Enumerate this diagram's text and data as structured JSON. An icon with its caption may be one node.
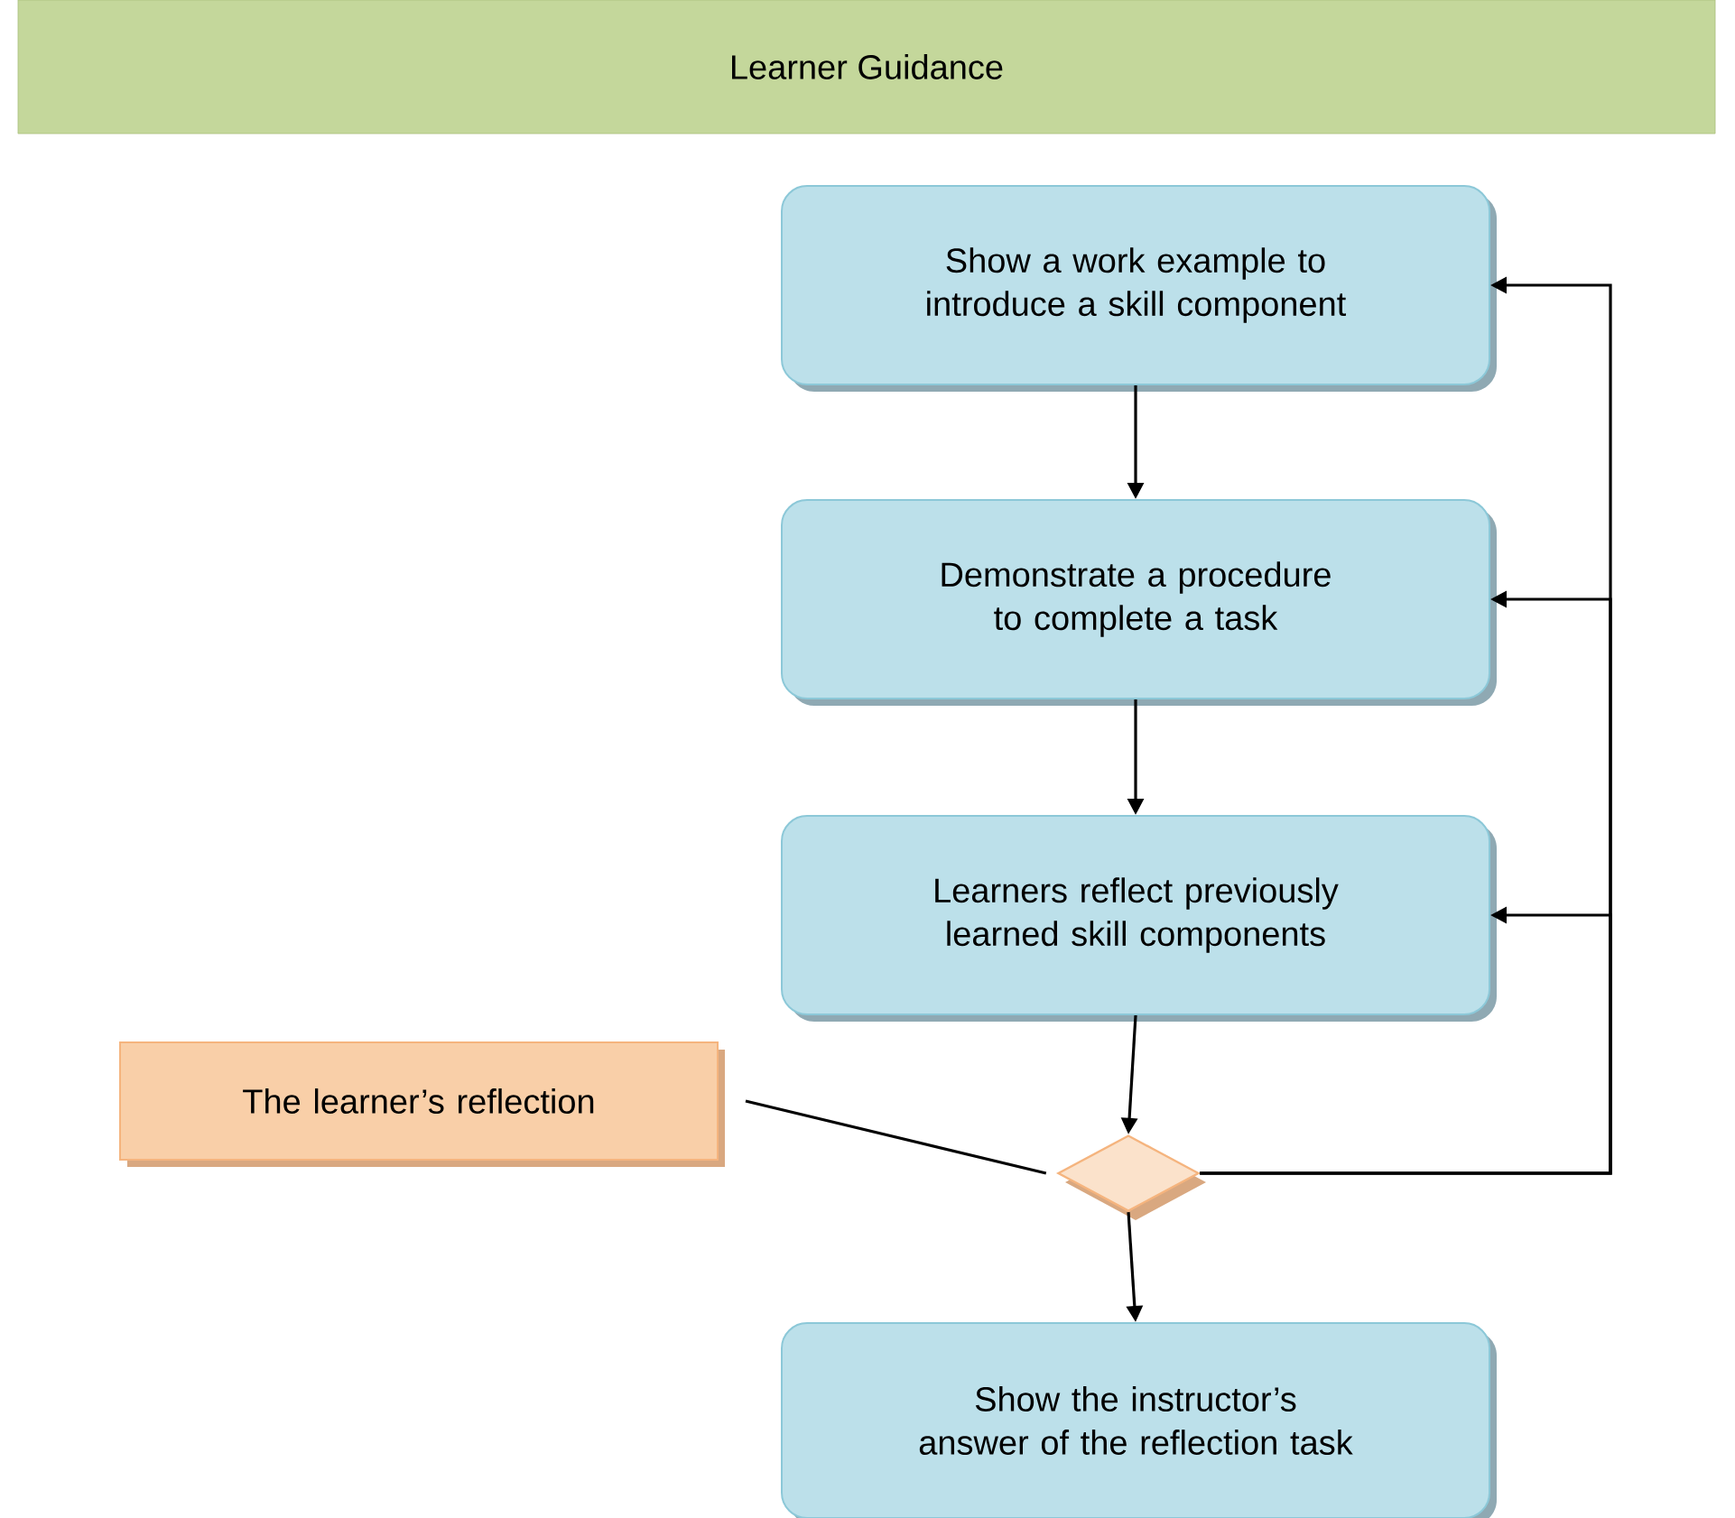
{
  "diagram": {
    "title": "Learner Guidance",
    "nodes": [
      {
        "text": [
          "Show a work example to introduce a skill component"
        ]
      },
      {
        "text": [
          "Demonstrate a procedure to complete a task"
        ]
      },
      {
        "text": [
          "Learners reflect previously learned skill components"
        ]
      },
      {
        "text": [
          "The learner’s reflection"
        ]
      },
      {
        "text": [],
        "shape": "diamond"
      },
      {
        "text": [
          "Show the instructor’s answer of the reflection task"
        ]
      }
    ],
    "edges": [
      {
        "from": 0,
        "to": 1,
        "arrow": "to"
      },
      {
        "from": 1,
        "to": 2,
        "arrow": "to"
      },
      {
        "from": 2,
        "to": 4,
        "arrow": "to"
      },
      {
        "from": 4,
        "to": 5,
        "arrow": "to"
      },
      {
        "from": 4,
        "to": 0,
        "arrow": "to"
      },
      {
        "from": 4,
        "to": 1,
        "arrow": "to"
      },
      {
        "from": 4,
        "to": 2,
        "arrow": "to"
      },
      {
        "from": 3,
        "to": 4,
        "arrow": "none"
      }
    ]
  }
}
